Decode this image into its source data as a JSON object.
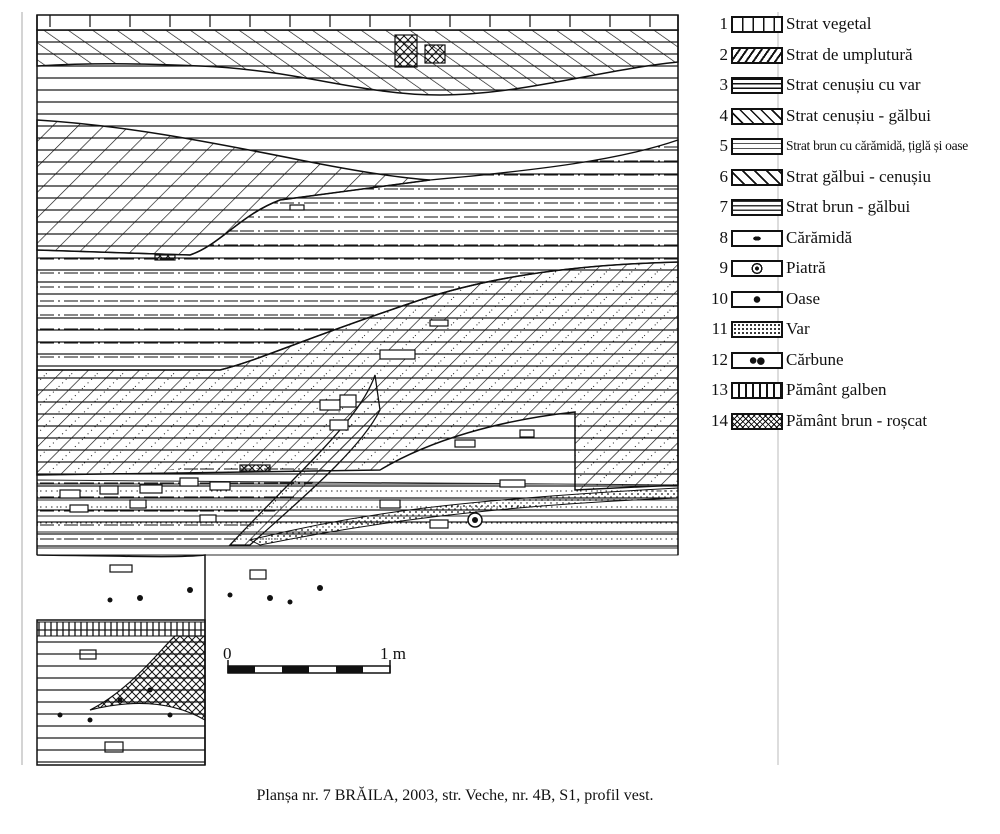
{
  "legend": [
    {
      "num": "1",
      "label": "Strat vegetal",
      "pattern": "vegetal"
    },
    {
      "num": "2",
      "label": "Strat de umplutură",
      "pattern": "fill"
    },
    {
      "num": "3",
      "label": "Strat cenușiu cu var",
      "pattern": "hlines"
    },
    {
      "num": "4",
      "label": "Strat cenușiu - gălbui",
      "pattern": "backslash"
    },
    {
      "num": "5",
      "label": "Strat brun cu cărămidă, țiglă și oase",
      "pattern": "dashdot"
    },
    {
      "num": "6",
      "label": "Strat gălbui - cenușiu",
      "pattern": "dotted-backslash"
    },
    {
      "num": "7",
      "label": "Strat brun - gălbui",
      "pattern": "dotted-hlines"
    },
    {
      "num": "8",
      "label": "Cărămidă",
      "pattern": "brick"
    },
    {
      "num": "9",
      "label": "Piatră",
      "pattern": "stone"
    },
    {
      "num": "10",
      "label": "Oase",
      "pattern": "bone"
    },
    {
      "num": "11",
      "label": "Var",
      "pattern": "lime"
    },
    {
      "num": "12",
      "label": "Cărbune",
      "pattern": "charcoal"
    },
    {
      "num": "13",
      "label": "Pământ galben",
      "pattern": "vlines"
    },
    {
      "num": "14",
      "label": "Pământ brun - roșcat",
      "pattern": "crosshatch"
    }
  ],
  "scale": {
    "start": "0",
    "end": "1 m"
  },
  "caption": "Planșa nr. 7 BRĂILA, 2003, str. Veche, nr. 4B, S1, profil vest."
}
